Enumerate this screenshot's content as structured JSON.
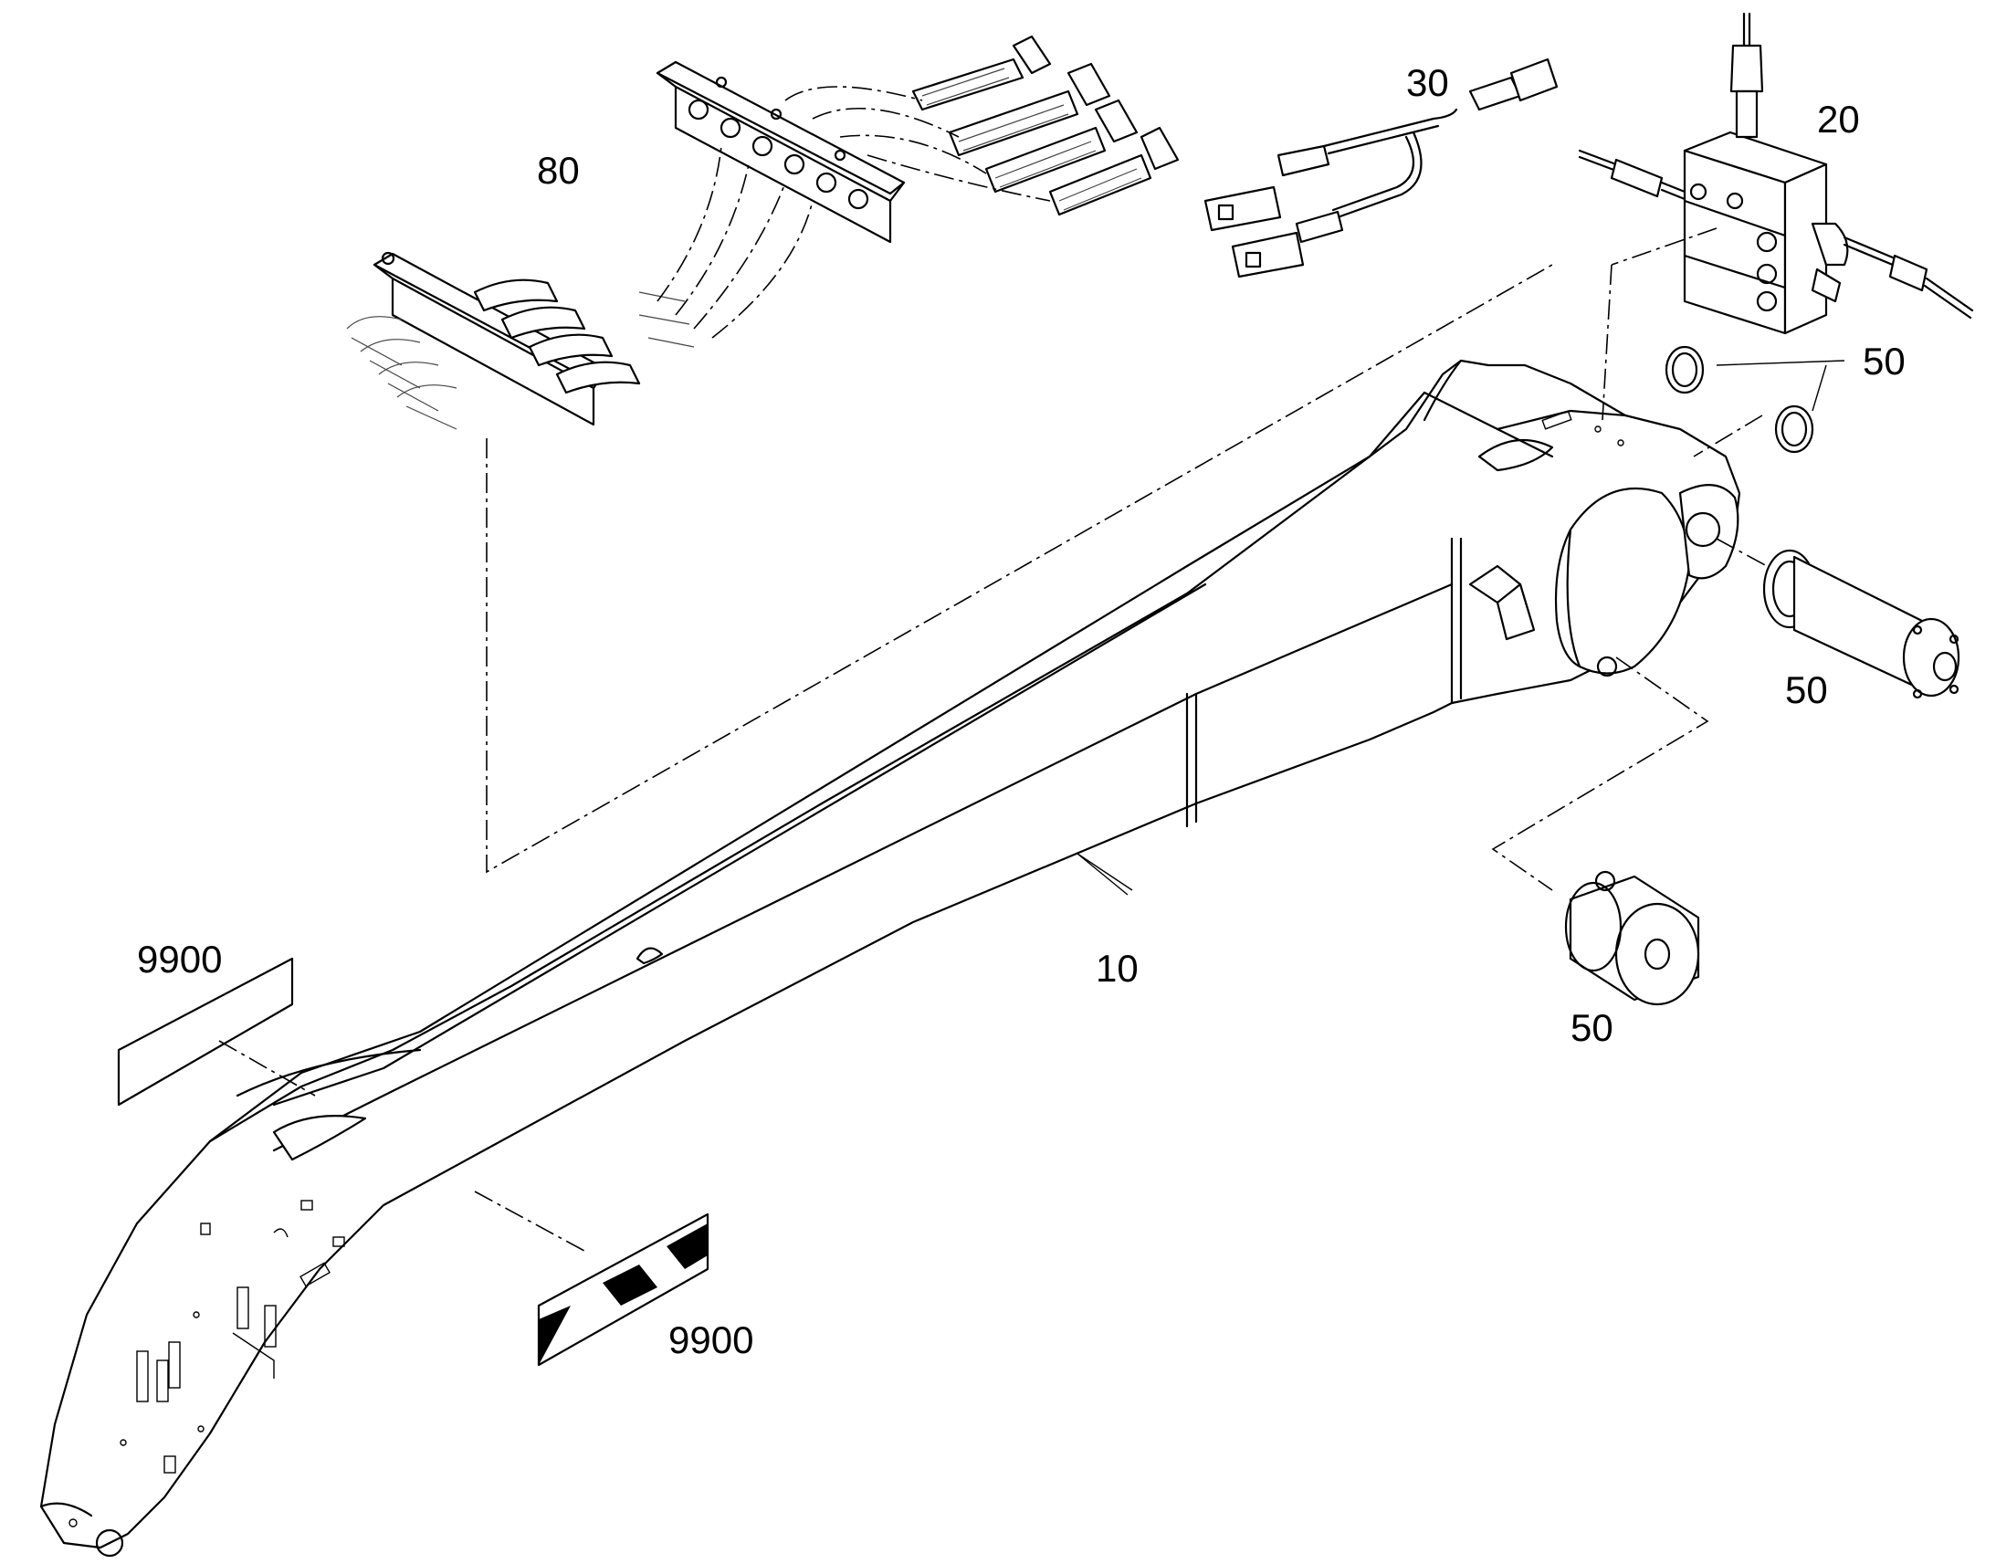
{
  "diagram": {
    "callouts": [
      {
        "id": "c80",
        "text": "80"
      },
      {
        "id": "c30",
        "text": "30"
      },
      {
        "id": "c20",
        "text": "20"
      },
      {
        "id": "c50a",
        "text": "50"
      },
      {
        "id": "c50b",
        "text": "50"
      },
      {
        "id": "c50c",
        "text": "50"
      },
      {
        "id": "c10",
        "text": "10"
      },
      {
        "id": "c9900a",
        "text": "9900"
      },
      {
        "id": "c9900b",
        "text": "9900"
      }
    ],
    "colors": {
      "line": "#000000",
      "background": "#ffffff"
    }
  }
}
